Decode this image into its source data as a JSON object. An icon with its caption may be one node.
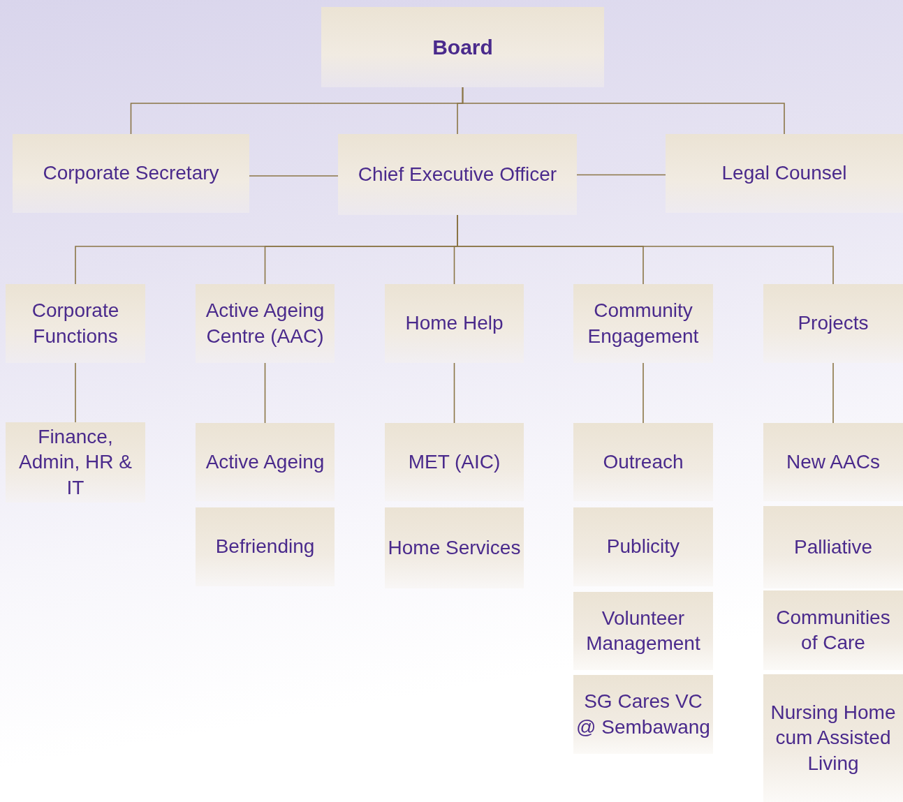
{
  "diagram": {
    "nodes": [
      {
        "text": [
          "Board"
        ]
      },
      {
        "text": [
          "Corporate Secretary"
        ]
      },
      {
        "text": [
          "Chief Executive Officer"
        ]
      },
      {
        "text": [
          "Legal Counsel"
        ]
      },
      {
        "text": [
          "Corporate Functions"
        ]
      },
      {
        "text": [
          "Active Ageing Centre (AAC)"
        ]
      },
      {
        "text": [
          "Home Help"
        ]
      },
      {
        "text": [
          "Community Engagement"
        ]
      },
      {
        "text": [
          "Projects"
        ]
      },
      {
        "text": [
          "Finance, Admin, HR & IT"
        ]
      },
      {
        "text": [
          "Active Ageing"
        ]
      },
      {
        "text": [
          "Befriending"
        ]
      },
      {
        "text": [
          "MET (AIC)"
        ]
      },
      {
        "text": [
          "Home Services"
        ]
      },
      {
        "text": [
          "Outreach"
        ]
      },
      {
        "text": [
          "Publicity"
        ]
      },
      {
        "text": [
          "Volunteer Management"
        ]
      },
      {
        "text": [
          "SG Cares VC @ Sembawang"
        ]
      },
      {
        "text": [
          "New AACs"
        ]
      },
      {
        "text": [
          "Palliative"
        ]
      },
      {
        "text": [
          "Communities of Care"
        ]
      },
      {
        "text": [
          "Nursing Home cum Assisted Living"
        ]
      }
    ],
    "edges": [
      {
        "from": 0,
        "to": 1,
        "arrow": "none"
      },
      {
        "from": 0,
        "to": 2,
        "arrow": "none"
      },
      {
        "from": 0,
        "to": 3,
        "arrow": "none"
      },
      {
        "from": 1,
        "to": 2,
        "arrow": "none"
      },
      {
        "from": 2,
        "to": 3,
        "arrow": "none"
      },
      {
        "from": 2,
        "to": 4,
        "arrow": "none"
      },
      {
        "from": 2,
        "to": 5,
        "arrow": "none"
      },
      {
        "from": 2,
        "to": 6,
        "arrow": "none"
      },
      {
        "from": 2,
        "to": 7,
        "arrow": "none"
      },
      {
        "from": 2,
        "to": 8,
        "arrow": "none"
      },
      {
        "from": 4,
        "to": 9,
        "arrow": "none"
      },
      {
        "from": 5,
        "to": 10,
        "arrow": "none"
      },
      {
        "from": 6,
        "to": 12,
        "arrow": "none"
      },
      {
        "from": 7,
        "to": 14,
        "arrow": "none"
      },
      {
        "from": 8,
        "to": 18,
        "arrow": "none"
      }
    ]
  }
}
